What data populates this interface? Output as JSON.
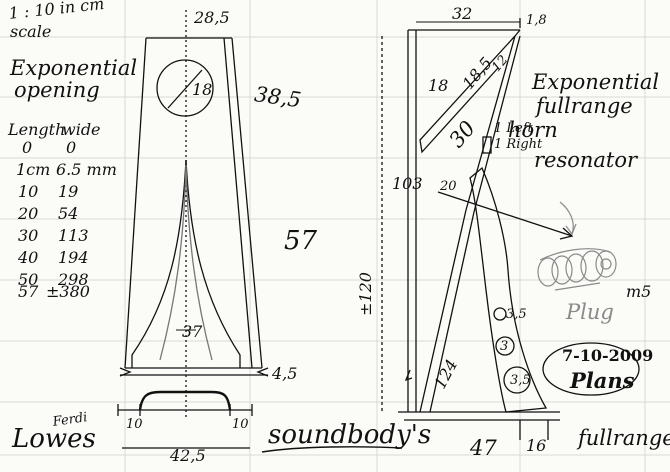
{
  "scale_note": [
    "1 : 10 in cm",
    "scale"
  ],
  "opening_title": [
    "Exponential",
    "opening"
  ],
  "table": {
    "headers": [
      "Length",
      "wide"
    ],
    "units_row": [
      "0",
      "0"
    ],
    "rows": [
      [
        "1cm",
        "6.5 mm"
      ],
      [
        "10",
        "19"
      ],
      [
        "20",
        "54"
      ],
      [
        "30",
        "113"
      ],
      [
        "40",
        "194"
      ],
      [
        "50",
        "298"
      ],
      [
        "57",
        "±380"
      ]
    ]
  },
  "front_view": {
    "top_width": "28,5",
    "circle_dia": "18",
    "height_upper": "38,5",
    "height_lower": "57",
    "mouth_half": "37",
    "side_offset": "4,5",
    "foot_left": "10",
    "foot_right": "10",
    "base_width": "42,5"
  },
  "side_view": {
    "top_width": "32",
    "top_thickness": "1,8",
    "title": [
      "Exponential",
      "fullrange",
      "horn",
      "resonator"
    ],
    "diag_18": "18",
    "diag_185": "18,5",
    "diag_12": "12",
    "panel_30": "30",
    "height_103": "103",
    "height_120": "±120",
    "hole_20": "20",
    "length_124": "124",
    "small_3_5": "3,5",
    "small_3": "3",
    "small_3_5b": "3,5",
    "left_right": [
      "1 Left",
      "1 Right"
    ],
    "base_width": "47",
    "base_foot": "16",
    "plug_label": "Plug",
    "plug_size": "m5"
  },
  "date_stamp": [
    "7-10-2009",
    "Plans"
  ],
  "author_small": "Ferdi",
  "author": "Lowes",
  "title_word": "soundbody's",
  "footer_right": "fullrange",
  "colors": {
    "ink": "#111111",
    "paper": "#fbfbf8",
    "grid": "#d6d6d0",
    "pencil": "#8a8a8a"
  }
}
